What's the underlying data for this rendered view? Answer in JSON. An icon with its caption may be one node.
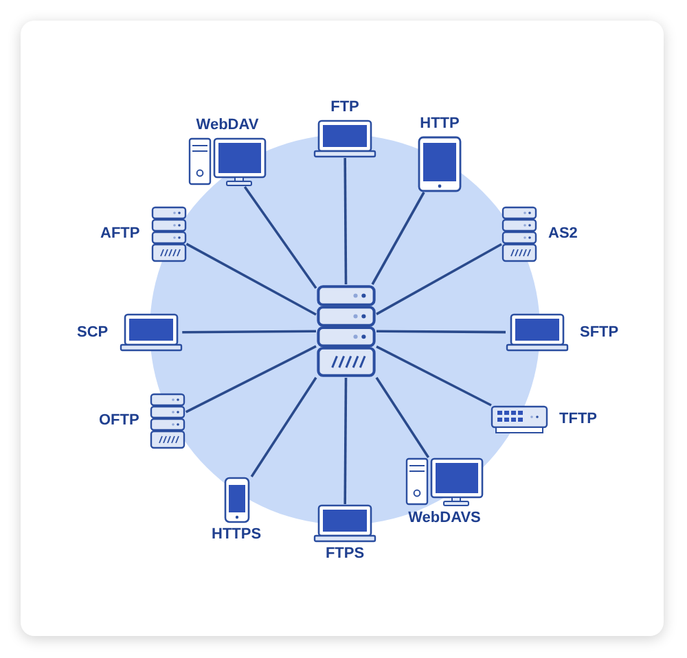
{
  "diagram": {
    "nodes": [
      {
        "text": [],
        "shape": "server"
      },
      {
        "text": [
          "WebDAV"
        ]
      },
      {
        "text": [
          "FTP"
        ]
      },
      {
        "text": [
          "HTTP"
        ]
      },
      {
        "text": [
          "AFTP"
        ]
      },
      {
        "text": [
          "AS2"
        ]
      },
      {
        "text": [
          "SCP"
        ]
      },
      {
        "text": [
          "SFTP"
        ]
      },
      {
        "text": [
          "OFTP"
        ]
      },
      {
        "text": [
          "TFTP"
        ]
      },
      {
        "text": [
          "WebDAVS"
        ]
      },
      {
        "text": [
          "HTTPS"
        ]
      },
      {
        "text": [
          "FTPS"
        ]
      }
    ],
    "edges": [
      {
        "from": 0,
        "to": 1,
        "arrow": "none"
      },
      {
        "from": 0,
        "to": 2,
        "arrow": "none"
      },
      {
        "from": 0,
        "to": 3,
        "arrow": "none"
      },
      {
        "from": 0,
        "to": 4,
        "arrow": "none"
      },
      {
        "from": 0,
        "to": 5,
        "arrow": "none"
      },
      {
        "from": 0,
        "to": 6,
        "arrow": "none"
      },
      {
        "from": 0,
        "to": 7,
        "arrow": "none"
      },
      {
        "from": 0,
        "to": 8,
        "arrow": "none"
      },
      {
        "from": 0,
        "to": 9,
        "arrow": "none"
      },
      {
        "from": 0,
        "to": 10,
        "arrow": "none"
      },
      {
        "from": 0,
        "to": 11,
        "arrow": "none"
      },
      {
        "from": 0,
        "to": 12,
        "arrow": "none"
      }
    ]
  }
}
